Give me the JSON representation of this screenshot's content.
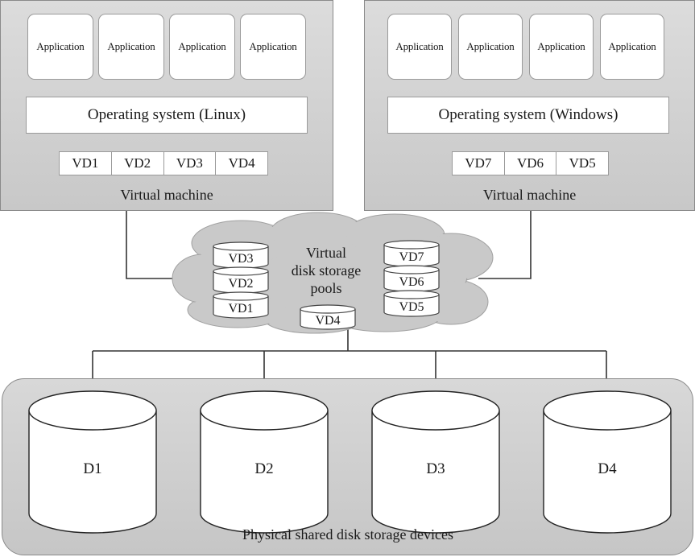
{
  "vm_left": {
    "apps": [
      "Application",
      "Application",
      "Application",
      "Application"
    ],
    "os": "Operating system (Linux)",
    "vds": [
      "VD1",
      "VD2",
      "VD3",
      "VD4"
    ],
    "label": "Virtual machine"
  },
  "vm_right": {
    "apps": [
      "Application",
      "Application",
      "Application",
      "Application"
    ],
    "os": "Operating system (Windows)",
    "vds": [
      "VD7",
      "VD6",
      "VD5"
    ],
    "label": "Virtual machine"
  },
  "pool": {
    "title": [
      "Virtual",
      "disk storage",
      "pools"
    ],
    "left_stack": [
      "VD3",
      "VD2",
      "VD1"
    ],
    "right_stack": [
      "VD7",
      "VD6",
      "VD5"
    ],
    "center": "VD4"
  },
  "physical": {
    "disks": [
      "D1",
      "D2",
      "D3",
      "D4"
    ],
    "label": "Physical shared disk storage devices"
  }
}
